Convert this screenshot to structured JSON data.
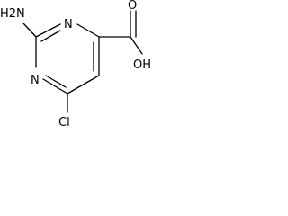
{
  "molecule": {
    "atoms": {
      "amino": "H2N",
      "ring_n_top": "N",
      "ring_n_bottom": "N",
      "carbonyl_o": "O",
      "hydroxyl": "OH",
      "chloro": "Cl"
    },
    "colors": {
      "bond": "#000000",
      "label": "#000000",
      "background": "#ffffff"
    }
  }
}
